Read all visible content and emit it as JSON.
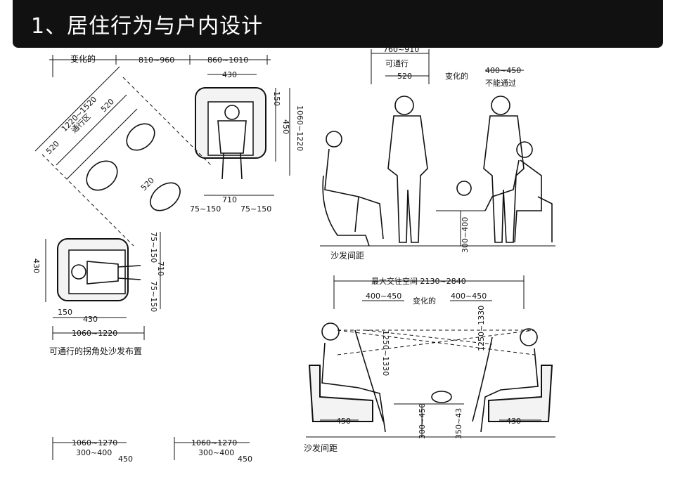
{
  "header": {
    "title": "1、居住行为与户内设计"
  },
  "left_plan": {
    "labels": {
      "variable": "变化的",
      "d_810_960": "810~960",
      "d_860_1010": "860~1010",
      "d_430_top": "430",
      "d_150_top": "150",
      "d_450_right": "450",
      "d_1060_1220_right": "1060~1220",
      "d_1220_1520": "1220~1520",
      "passage_area": "通行区",
      "d_520_a": "520",
      "d_520_b": "520",
      "d_520_c": "520",
      "d_710_mid": "710",
      "d_75_150_a": "75~150",
      "d_75_150_b": "75~150",
      "d_75_150_c": "75~150",
      "d_710_vert": "710",
      "d_75_150_d": "75~150",
      "d_430_left": "430",
      "d_150_bottom": "150",
      "d_430_bottom": "430",
      "d_1060_1220_bottom": "1060~1220"
    },
    "caption": "可通行的拐角处沙发布置"
  },
  "bottom_left": {
    "a": {
      "w": "1060~1270",
      "h": "300~400",
      "s": "450"
    },
    "b": {
      "w": "1060~1270",
      "h": "300~400",
      "s": "450"
    }
  },
  "right_top": {
    "labels": {
      "d_760_910": "760~910",
      "passable": "可通行",
      "d_520": "520",
      "variable": "变化的",
      "d_400_450": "400~450",
      "not_passable": "不能通过",
      "d_300_400": "300~400"
    },
    "caption": "沙发间距"
  },
  "right_bottom": {
    "labels": {
      "max_space": "最大交往空间 2130~2840",
      "d_400_450_l": "400~450",
      "variable": "变化的",
      "d_400_450_r": "400~450",
      "d_1250_1330_l": "1250~1330",
      "d_1250_1330_r": "1250~1330",
      "d_450_l": "450",
      "d_300_450": "300~450",
      "d_350_430": "350~43",
      "d_430_r": "430"
    },
    "caption": "沙发间距"
  }
}
